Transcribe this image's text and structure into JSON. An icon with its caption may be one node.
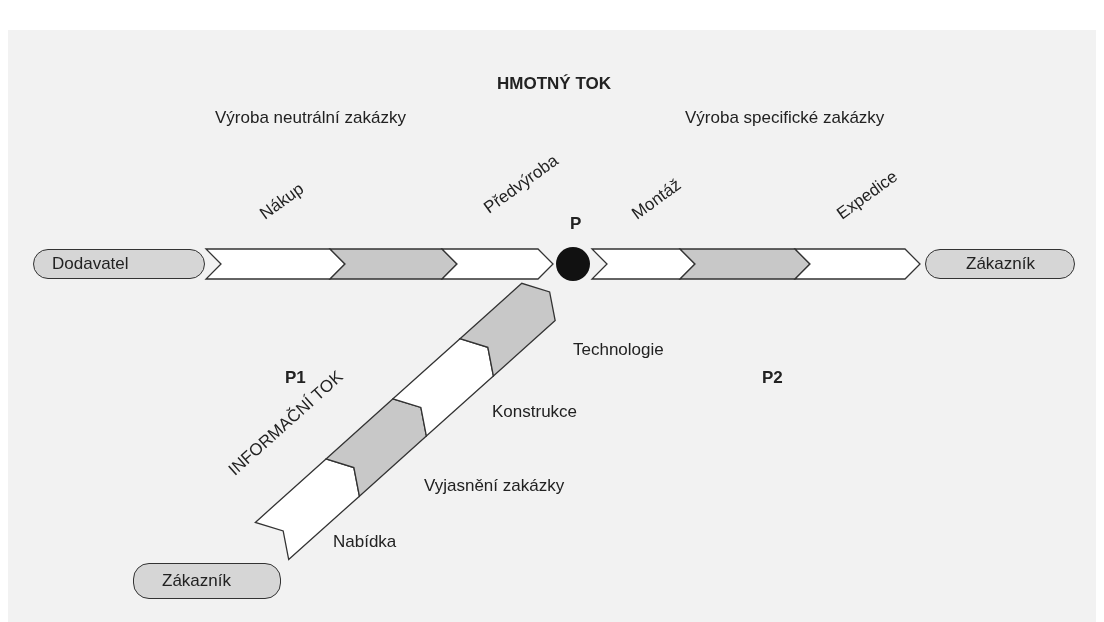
{
  "diagram": {
    "title": "HMOTNÝ TOK",
    "nodes": [
      {
        "text": [
          "Dodavatel"
        ]
      },
      {
        "text": [],
        "shape": "circle",
        "beside": [
          "P"
        ]
      },
      {
        "text": [
          "Zákazník"
        ]
      },
      {
        "text": [
          "Zákazník"
        ]
      },
      {
        "text": [],
        "shape": "chevron"
      },
      {
        "text": [],
        "shape": "chevron"
      },
      {
        "text": [],
        "shape": "chevron"
      },
      {
        "text": [],
        "shape": "chevron"
      },
      {
        "text": [],
        "shape": "chevron"
      },
      {
        "text": [],
        "shape": "chevron"
      },
      {
        "text": [],
        "shape": "chevron"
      },
      {
        "text": [],
        "shape": "chevron"
      },
      {
        "text": [],
        "shape": "chevron"
      },
      {
        "text": [],
        "shape": "chevron"
      }
    ],
    "edges": [],
    "labels": [
      "Výroba neutrální zakázky",
      "Výroba specifické zakázky",
      "Nákup",
      "Předvýroba",
      "Montáž",
      "Expedice",
      "P1",
      "P2",
      "Technologie",
      "INFORMAČNÍ TOK",
      "Konstrukce",
      "Vyjasnění zakázky",
      "Nabídka"
    ]
  }
}
